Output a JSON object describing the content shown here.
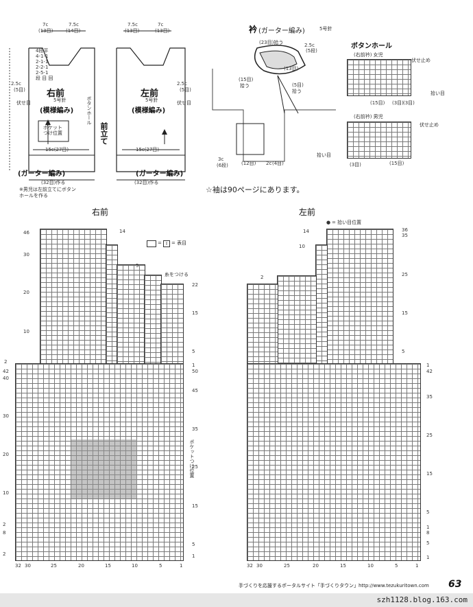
{
  "top": {
    "right_front": {
      "label": "右前",
      "needle": "5号針",
      "pattern": "(模様編み)",
      "pocket": "ポケット\nつけ位置",
      "width": "15c(27目)",
      "garter": "(ガーター編み)",
      "cast_on": "(32目)作る",
      "neck_steps": "4段平\n4-1-1\n2-1-1\n2-2-1\n2-5-1\n段 目 回",
      "dims_top": [
        "7c",
        "(13目)",
        "7.5c",
        "(14目)"
      ],
      "side": [
        "2.5c",
        "(5目)",
        "伏せ目"
      ],
      "placket": "前立て",
      "button": "ボタンホール",
      "note": "※男児は左前立てにボタン\nホールを作る"
    },
    "left_front": {
      "label": "左前",
      "needle": "5号針",
      "pattern": "(模様編み)",
      "width": "15c(27目)",
      "garter": "(ガーター編み)",
      "cast_on": "(32目)作る",
      "dims_top": [
        "7.5c",
        "(13目)",
        "7c",
        "(13目)"
      ],
      "side": [
        "2.5c",
        "(5目)",
        "伏せ目"
      ]
    },
    "collar": {
      "label": "衿",
      "sub": "(ガーター編み)",
      "needle": "5号針",
      "vals": [
        "(23目)拾う",
        "2.5c",
        "(5段)",
        "(13目)",
        "(15目)",
        "拾う",
        "(5目)",
        "拾う",
        "(12目)",
        "2c",
        "(4目)",
        "3c",
        "(6段)"
      ]
    },
    "buttonhole": {
      "title": "ボタンホール",
      "girl": "(右前衿) 女児",
      "boy": "(右前衿) 男児",
      "bind_off": "伏せ止め",
      "pickup": "拾い目",
      "counts_girl": [
        "(15目)",
        "(3目)",
        "(3目)"
      ],
      "counts_boy": [
        "(3目)",
        "(15目)"
      ]
    },
    "sleeve_note": "☆袖は90ページにあります。"
  },
  "charts": {
    "right": {
      "title": "右前",
      "legend": "= 表目",
      "legend_symbol": "I",
      "side_label": "ポケットつけ位置",
      "rows_left": [
        "46",
        "30",
        "20",
        "10",
        "2",
        "42",
        "40",
        "30",
        "20",
        "10",
        "2",
        "8",
        "2"
      ],
      "rows_right": [
        "14",
        "5",
        "22",
        "15",
        "5",
        "1",
        "50",
        "45",
        "35",
        "25",
        "15",
        "5",
        "1"
      ],
      "cols": [
        "32",
        "30",
        "25",
        "20",
        "15",
        "10",
        "5",
        "1"
      ],
      "mark": "糸をつける"
    },
    "left": {
      "title": "左前",
      "legend": "= 拾い目位置",
      "rows_left": [
        "14",
        "10",
        "2"
      ],
      "rows_right": [
        "36",
        "35",
        "25",
        "15",
        "5",
        "1",
        "42",
        "35",
        "25",
        "15",
        "5",
        "1",
        "8",
        "5",
        "1"
      ],
      "cols": [
        "32",
        "30",
        "25",
        "20",
        "15",
        "10",
        "5",
        "1"
      ]
    }
  },
  "footer": {
    "site": "手づくりを応援するポータルサイト「手づくりタウン」http://www.tezukuritown.com",
    "page": "63",
    "blog": "szh1128.blog.163.com"
  }
}
